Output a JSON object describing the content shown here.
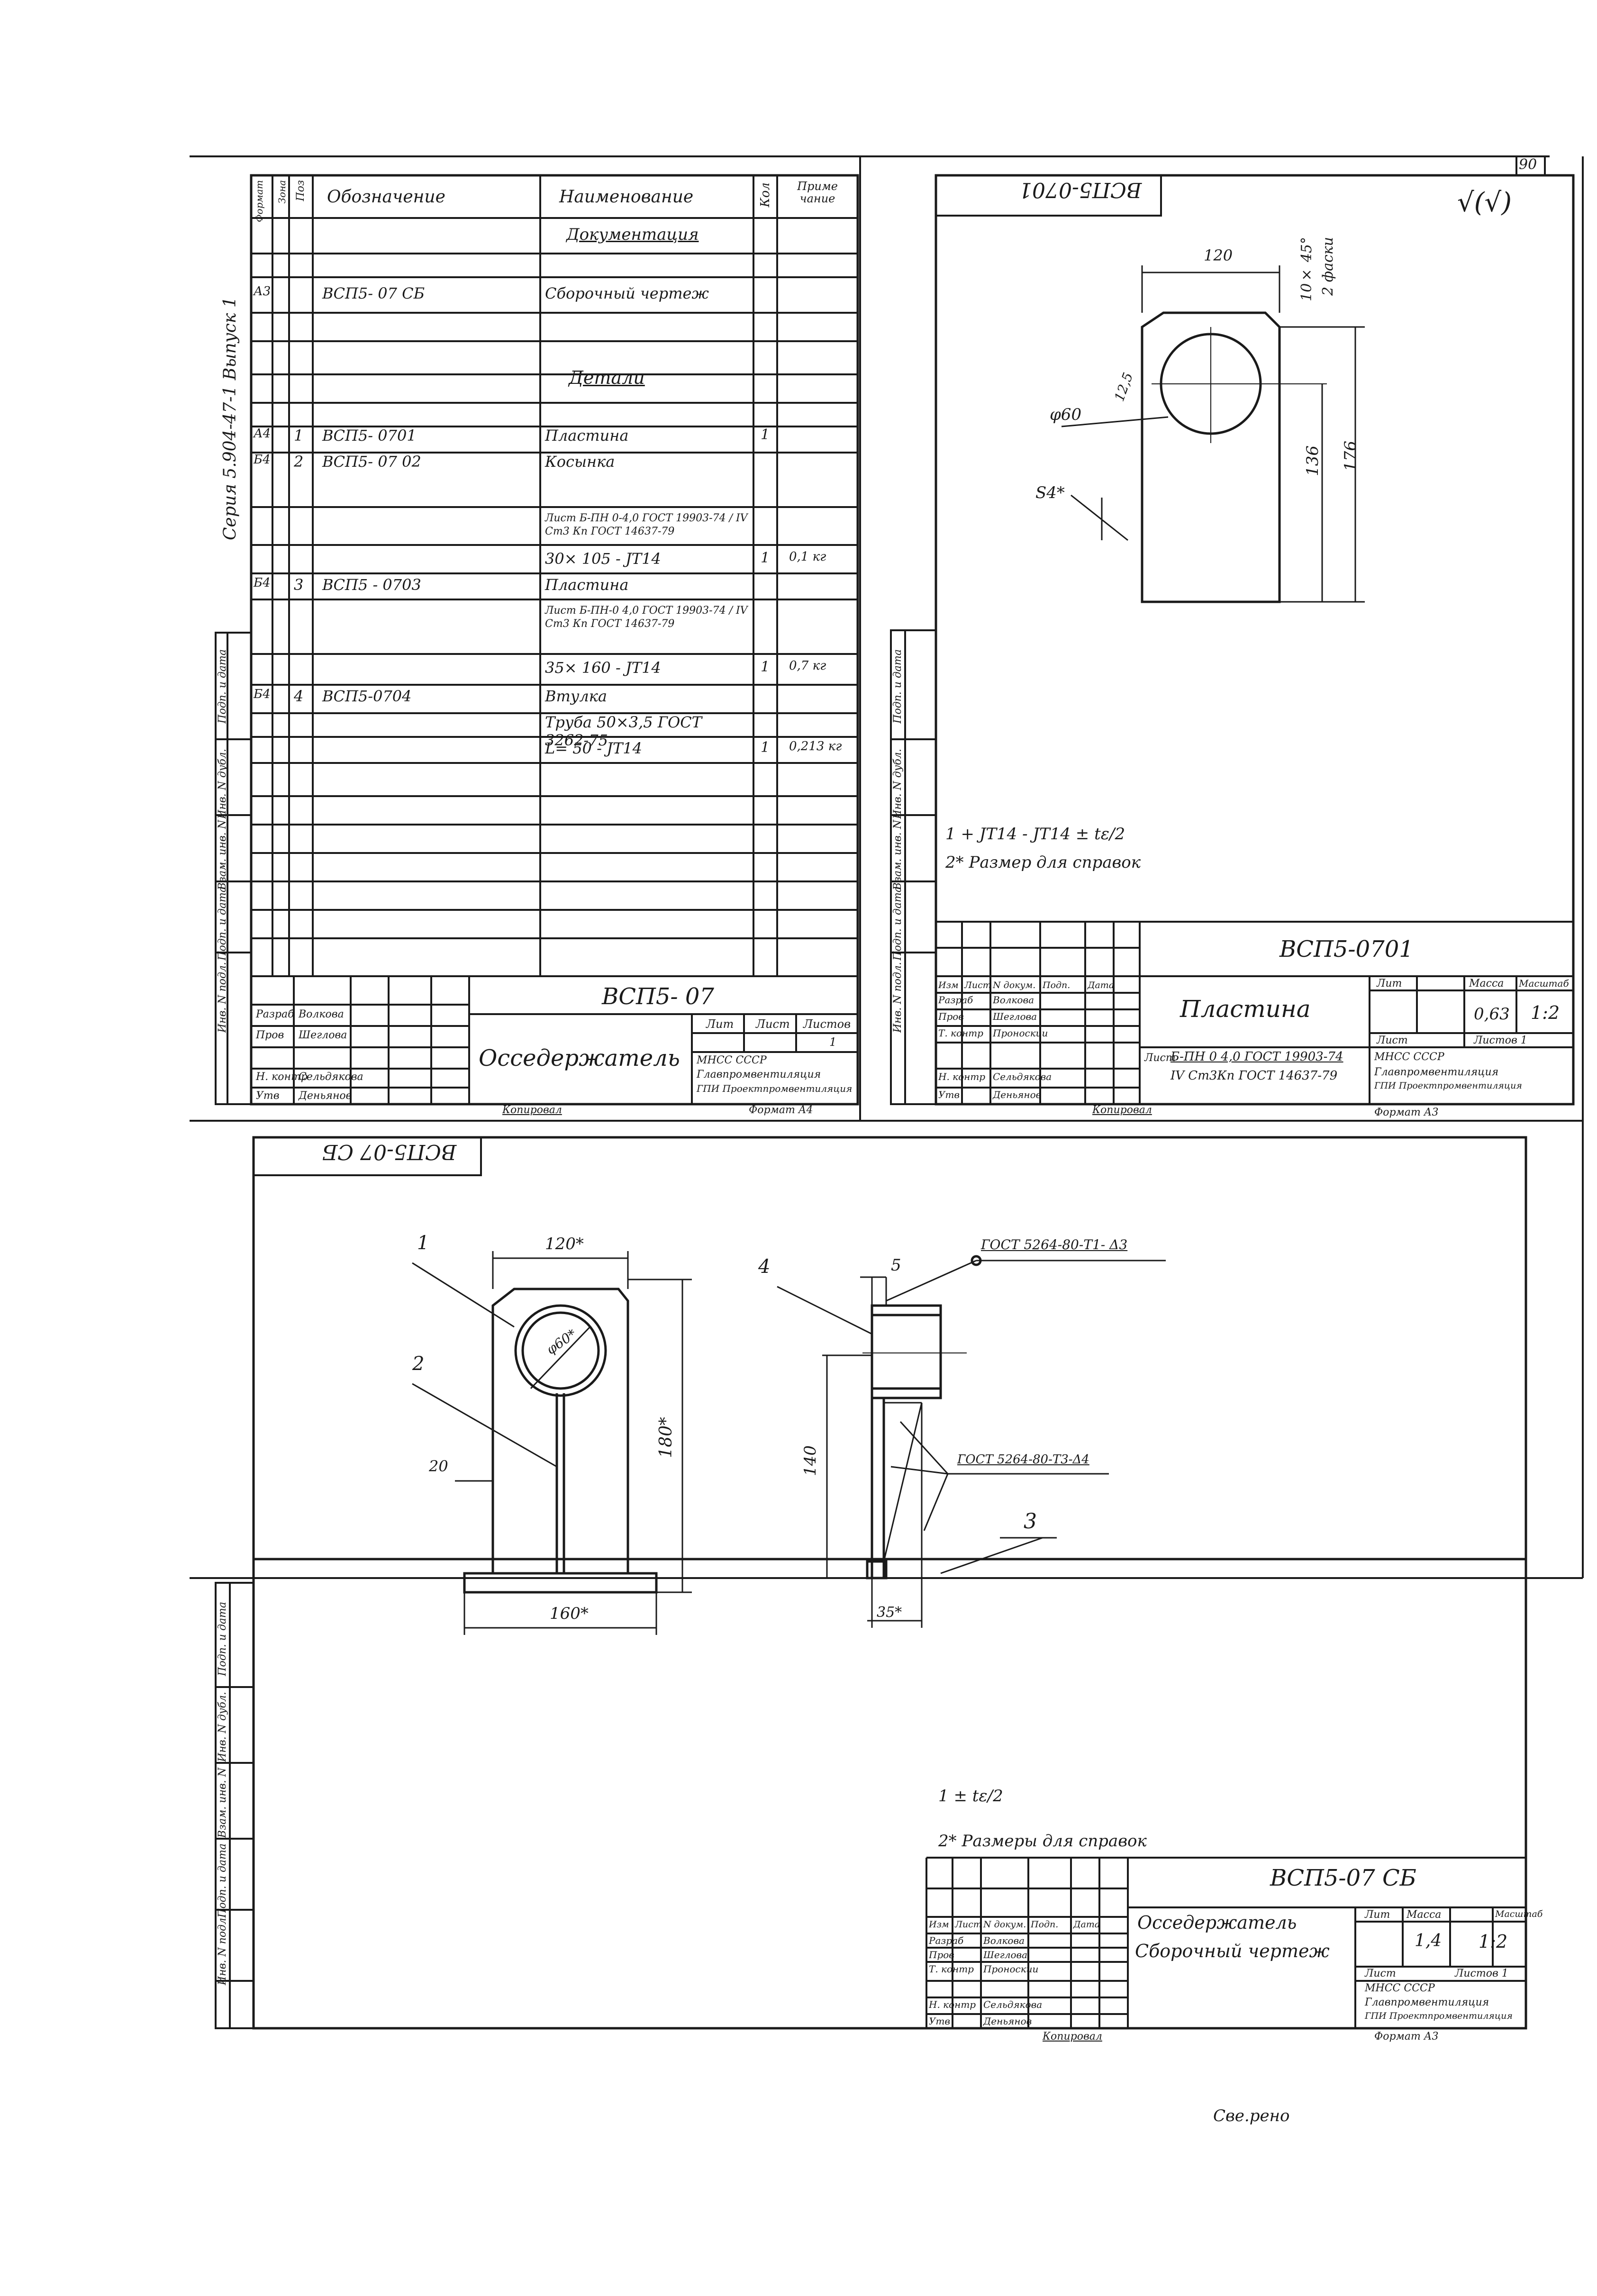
{
  "page": {
    "number": "90",
    "signature": "Све.рено"
  },
  "series_label": "Серия 5.904-47-1 Выпуск 1",
  "side_stamps": [
    "Подп. и дата",
    "Инв. N дубл.",
    "Взам. инв. N",
    "Подп. и дата",
    "Инв. N подл."
  ],
  "spec": {
    "headers": {
      "format": "Формат",
      "zone": "Зона",
      "pos": "Поз",
      "designation": "Обозначение",
      "name": "Наименование",
      "qty": "Кол",
      "note": "Приме чание"
    },
    "section_docs": "Документация",
    "section_parts": "Детали",
    "rows": [
      {
        "format": "А3",
        "pos": "",
        "designation": "ВСП5- 07 СБ",
        "name": "Сборочный чертеж",
        "qty": "",
        "note": ""
      },
      {
        "format": "А4",
        "pos": "1",
        "designation": "ВСП5- 0701",
        "name": "Пластина",
        "qty": "1",
        "note": ""
      },
      {
        "format": "Б4",
        "pos": "2",
        "designation": "ВСП5- 07 02",
        "name": "Косынка",
        "qty": "",
        "note": ""
      },
      {
        "format": "",
        "pos": "",
        "designation": "",
        "name": "Лист Б-ПН 0-4,0 ГОСТ 19903-74 / IV Ст3 Кп ГОСТ 14637-79",
        "qty": "",
        "note": ""
      },
      {
        "format": "",
        "pos": "",
        "designation": "",
        "name": "30× 105 - JT14",
        "qty": "1",
        "note": "0,1 кг"
      },
      {
        "format": "Б4",
        "pos": "3",
        "designation": "ВСП5 - 0703",
        "name": "Пластина",
        "qty": "",
        "note": ""
      },
      {
        "format": "",
        "pos": "",
        "designation": "",
        "name": "Лист Б-ПН-0 4,0 ГОСТ 19903-74 / IV Ст3 Кп ГОСТ 14637-79",
        "qty": "",
        "note": ""
      },
      {
        "format": "",
        "pos": "",
        "designation": "",
        "name": "35× 160 - JT14",
        "qty": "1",
        "note": "0,7 кг"
      },
      {
        "format": "Б4",
        "pos": "4",
        "designation": "ВСП5-0704",
        "name": "Втулка",
        "qty": "",
        "note": ""
      },
      {
        "format": "",
        "pos": "",
        "designation": "",
        "name": "Труба 50×3,5 ГОСТ 3262-75",
        "qty": "",
        "note": ""
      },
      {
        "format": "",
        "pos": "",
        "designation": "",
        "name": "L= 50 - JT14",
        "qty": "1",
        "note": "0,213 кг"
      }
    ],
    "title_block": {
      "code": "ВСП5- 07",
      "title": "Осседержатель",
      "lit": "Лит",
      "sheet": "Лист",
      "sheets": "Листов",
      "sheets_val": "1",
      "org1": "МНСС СССР",
      "org2": "Главпромвентиляция",
      "org3": "ГПИ Проектпромвентиляция",
      "roles": [
        {
          "r": "Разраб",
          "n": "Волкова"
        },
        {
          "r": "Пров",
          "n": "Шеглова"
        },
        {
          "r": "Н. контр",
          "n": "Сельдякова"
        },
        {
          "r": "Утв",
          "n": "Деньянов"
        }
      ],
      "copied": "Копировал",
      "format": "Формат А4"
    }
  },
  "plate": {
    "stamp": "ВСП5-0701",
    "roughness": "√(√)",
    "dims": {
      "w": "120",
      "chamfer1": "10× 45°",
      "chamfer2": "2 фаски",
      "dia": "φ60",
      "r": "12,5",
      "h1": "136",
      "h2": "176",
      "thk": "S4*"
    },
    "notes": [
      "1 + JT14 - JT14 ± tε/2",
      "2* Размер для справок"
    ],
    "title_block": {
      "code": "ВСП5-0701",
      "title": "Пластина",
      "lit": "Лит",
      "mass": "Масса",
      "scale": "Масштаб",
      "mass_val": "0,63",
      "scale_val": "1:2",
      "sheet": "Лист",
      "sheets": "Листов 1",
      "material1": "Б-ПН 0 4,0 ГОСТ 19903-74",
      "material2": "IV Ст3Кп ГОСТ 14637-79",
      "material_label": "Лист",
      "org1": "МНСС СССР",
      "org2": "Главпромвентиляция",
      "org3": "ГПИ Проектпромвентиляция",
      "headers": [
        "Изм",
        "Лист",
        "N докум.",
        "Подп.",
        "Дата"
      ],
      "roles": [
        {
          "r": "Разраб",
          "n": "Волкова"
        },
        {
          "r": "Пров",
          "n": "Шеглова"
        },
        {
          "r": "Т. контр",
          "n": "Проноскии"
        },
        {
          "r": "Н. контр",
          "n": "Сельдякова"
        },
        {
          "r": "Утв",
          "n": "Деньянов"
        }
      ],
      "copied": "Копировал",
      "format": "Формат А3"
    }
  },
  "assembly": {
    "stamp": "ВСП5-07 СБ",
    "dims": {
      "w_top": "120*",
      "dia": "φ60*",
      "h": "180*",
      "gap": "20",
      "base": "160*",
      "weld_top": "ГОСТ 5264-80-Т1- Δ3",
      "weld_side": "ГОСТ 5264-80-Т3-Δ4",
      "h_side": "140",
      "thk": "35*",
      "d5": "5"
    },
    "callouts": [
      "1",
      "2",
      "3",
      "4",
      "5"
    ],
    "notes": [
      "1 ± tε/2",
      "2* Размеры для справок"
    ],
    "title_block": {
      "code": "ВСП5-07 СБ",
      "title1": "Осседержатель",
      "title2": "Сборочный чертеж",
      "lit": "Лит",
      "mass": "Масса",
      "scale": "Масштаб",
      "mass_val": "1,4",
      "scale_val": "1:2",
      "sheet": "Лист",
      "sheets": "Листов 1",
      "org1": "МНСС СССР",
      "org2": "Главпромвентиляция",
      "org3": "ГПИ Проектпромвентиляция",
      "headers": [
        "Изм",
        "Лист",
        "N докум.",
        "Подп.",
        "Дата"
      ],
      "roles": [
        {
          "r": "Разраб",
          "n": "Волкова"
        },
        {
          "r": "Пров",
          "n": "Шеглова"
        },
        {
          "r": "Т. контр",
          "n": "Проноскии"
        },
        {
          "r": "Н. контр",
          "n": "Сельдякова"
        },
        {
          "r": "Утв",
          "n": "Деньянов"
        }
      ],
      "copied": "Копировал",
      "format": "Формат А3"
    }
  }
}
